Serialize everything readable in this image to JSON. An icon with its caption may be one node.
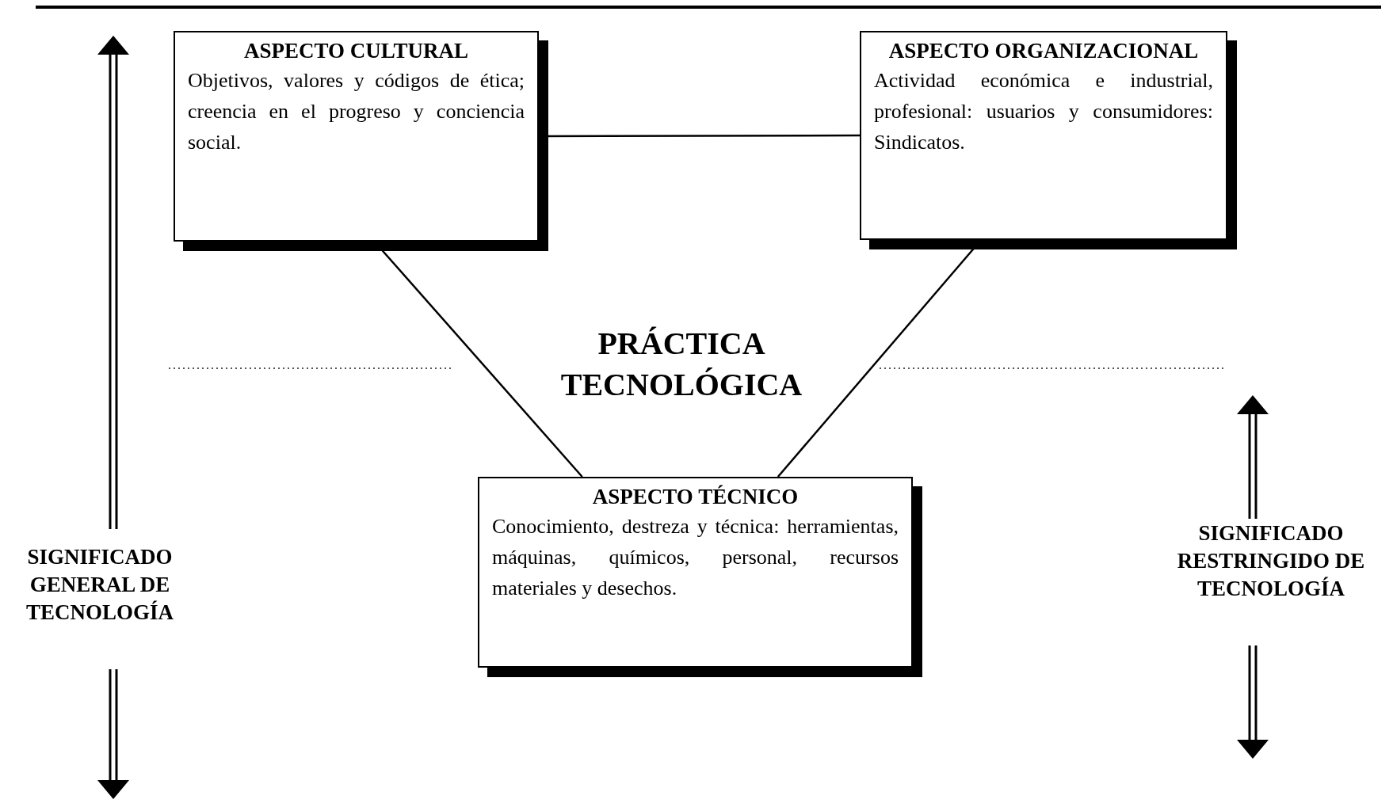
{
  "diagram": {
    "nodes": [
      {
        "text": [
          "ASPECTO CULTURAL",
          "Objetivos, valores y códigos de ética; creencia en el progreso y conciencia social."
        ]
      },
      {
        "text": [
          "ASPECTO ORGANIZACIONAL",
          "Actividad económica e industrial, profesional: usuarios y consumidores: Sindicatos."
        ]
      },
      {
        "text": [
          "ASPECTO TÉCNICO",
          "Conocimiento, destreza y técnica: herramientas, máquinas, químicos, personal, recursos materiales y desechos."
        ]
      }
    ],
    "edges": [
      {
        "from": 0,
        "to": 1,
        "arrow": "none"
      },
      {
        "from": 0,
        "to": 2,
        "arrow": "none"
      },
      {
        "from": 1,
        "to": 2,
        "arrow": "none"
      }
    ],
    "labels": [
      "PRÁCTICA TECNOLÓGICA",
      "SIGNIFICADO GENERAL DE TECNOLOGÍA",
      "SIGNIFICADO RESTRINGIDO DE TECNOLOGÍA"
    ]
  }
}
